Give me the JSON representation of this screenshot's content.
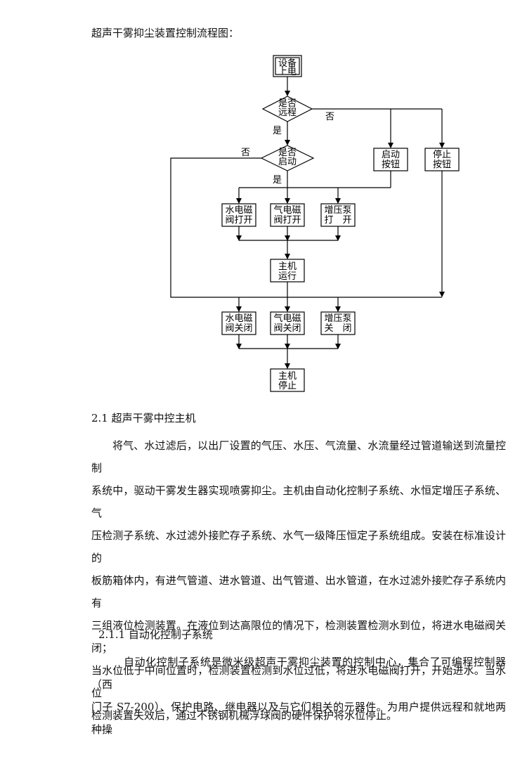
{
  "title": "超声干雾抑尘装置控制流程图：",
  "flowchart": {
    "power_on": [
      "设备",
      "上电"
    ],
    "remote": [
      "是否",
      "远程"
    ],
    "no_label_1": "否",
    "yes_label_1": "是",
    "start_q": [
      "是否",
      "启动"
    ],
    "no_label_2": "否",
    "yes_label_2": "是",
    "start_btn": [
      "启动",
      "按钮"
    ],
    "stop_btn": [
      "停止",
      "按钮"
    ],
    "water_valve_open": [
      "水电磁",
      "阀打开"
    ],
    "gas_valve_open": [
      "气电磁",
      "阀打开"
    ],
    "pump_open": [
      "增压泵",
      "打　开"
    ],
    "host_run": [
      "主机",
      "运行"
    ],
    "water_valve_close": [
      "水电磁",
      "阀关闭"
    ],
    "gas_valve_close": [
      "气电磁",
      "阀关闭"
    ],
    "pump_close": [
      "增压泵",
      "关　闭"
    ],
    "host_stop": [
      "主机",
      "停止"
    ]
  },
  "section_2_1": {
    "heading": "2.1 超声干雾中控主机",
    "lines": [
      "将气、水过滤后，以出厂设置的气压、水压、气流量、水流量经过管道输送到流量控制",
      "系统中，驱动干雾发生器实现喷雾抑尘。主机由自动化控制子系统、水恒定增压子系统、气",
      "压检测子系统、水过滤外接贮存子系统、水气一级降压恒定子系统组成。安装在标准设计的",
      "板筋箱体内，有进气管道、进水管道、出气管道、出水管道，在水过滤外接贮存子系统内有",
      "三组液位检测装置。在液位到达高限位的情况下，检测装置检测水到位，将进水电磁阀关闭；",
      "当水位低于中间位置时，检测装置检测到水位过低，将进水电磁阀打开，开始进水。当水位",
      "检测装置失效后，通过不锈钢机械浮球阀的硬件保护将水位停止。"
    ]
  },
  "section_2_1_1": {
    "heading": "2.1.1 自动化控制子系统",
    "lines": [
      "自动化控制子系统是微米级超声干雾抑尘装置的控制中心，集合了可编程控制器（西",
      "门子 S7-200）、保护电路、继电器以及与它们相关的元器件。为用户提供远程和就地两种操"
    ]
  }
}
